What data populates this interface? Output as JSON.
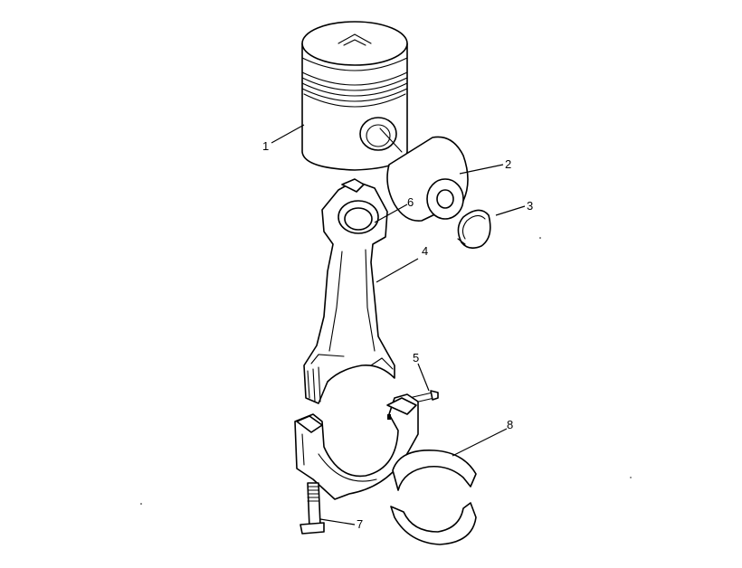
{
  "callouts": [
    {
      "id": "piston",
      "label": "1"
    },
    {
      "id": "piston-pin",
      "label": "2"
    },
    {
      "id": "retaining-ring",
      "label": "3"
    },
    {
      "id": "connecting-rod",
      "label": "4"
    },
    {
      "id": "dowel",
      "label": "5"
    },
    {
      "id": "pin-bushing",
      "label": "6"
    },
    {
      "id": "rod-bolt",
      "label": "7"
    },
    {
      "id": "rod-bearing",
      "label": "8"
    }
  ],
  "colors": {
    "line": "#000000",
    "background": "#ffffff"
  }
}
